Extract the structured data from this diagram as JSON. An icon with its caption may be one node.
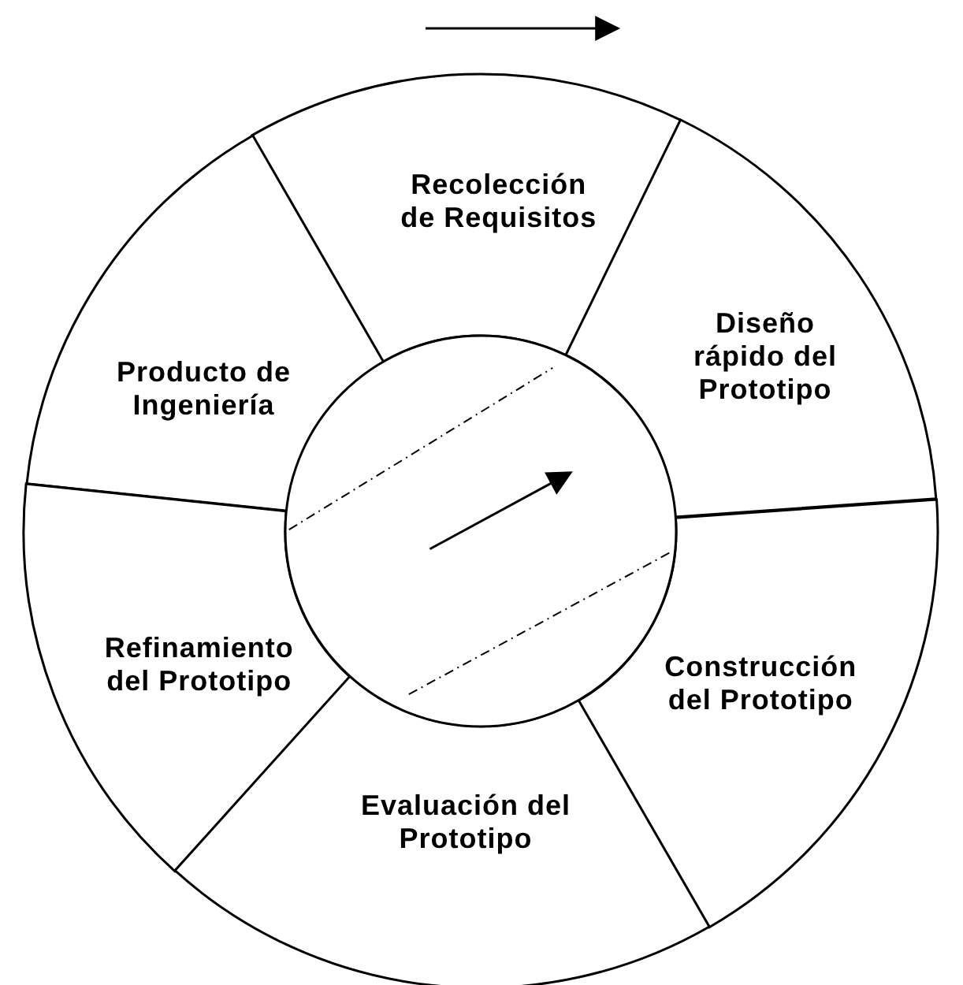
{
  "diagram": {
    "nodes": [
      {
        "text": [
          "Recolección de Requisitos"
        ]
      },
      {
        "text": [
          "Producto de Ingeniería"
        ]
      },
      {
        "text": [
          "Diseño rápido del Prototipo"
        ]
      },
      {
        "text": [
          "Refinamiento del Prototipo"
        ]
      },
      {
        "text": [
          "Construcción del Prototipo"
        ]
      },
      {
        "text": [
          "Evaluación del Prototipo"
        ]
      },
      {
        "text": [],
        "shape": "circle"
      }
    ],
    "edges": []
  }
}
